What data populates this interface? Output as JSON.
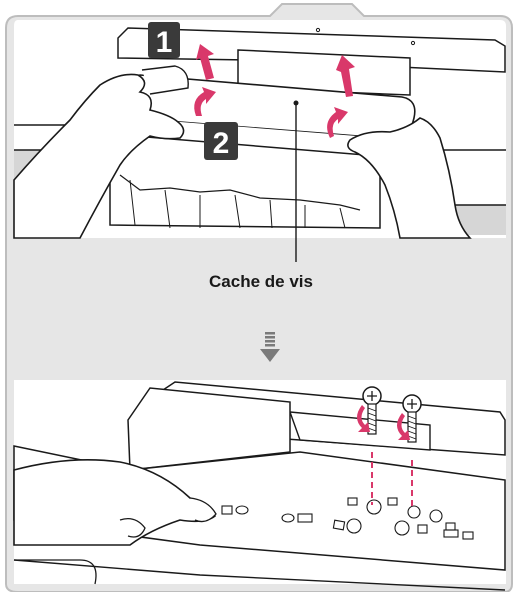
{
  "caption": "Cache de vis",
  "steps": [
    {
      "label": "1"
    },
    {
      "label": "2"
    }
  ],
  "colors": {
    "frame_fill": "#e6e6e6",
    "frame_stroke": "#bdbdbd",
    "arrow": "#d9386a",
    "badge": "#3a3a3a",
    "line": "#1a1a1a",
    "dashed": "#d9386a",
    "down_arrow": "#7a7a7a"
  }
}
